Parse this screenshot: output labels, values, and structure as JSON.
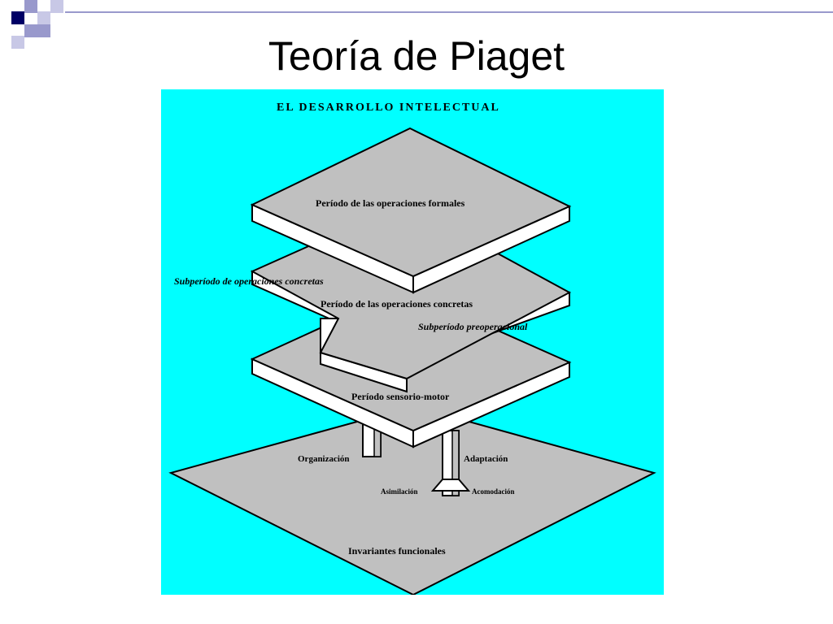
{
  "slide": {
    "title": "Teoría de Piaget"
  },
  "colors": {
    "diagram_background": "#00ffff",
    "slab_top": "#c0c0c0",
    "slab_side": "#ffffff",
    "outline": "#000000",
    "decoration_dark": "#000066",
    "decoration_light": "#9999cc"
  },
  "diagram": {
    "heading": "EL DESARROLLO INTELECTUAL",
    "levels": {
      "formal": "Período de las operaciones formales",
      "concrete_sub": "Subperíodo de operaciones concretas",
      "concrete": "Período de las operaciones concretas",
      "preoperational_sub": "Subperíodo preoperacional",
      "sensorimotor": "Período sensorio-motor"
    },
    "base": {
      "organization": "Organización",
      "adaptation": "Adaptación",
      "assimilation": "Asimilación",
      "accommodation": "Acomodación",
      "invariants": "Invariantes funcionales"
    }
  }
}
